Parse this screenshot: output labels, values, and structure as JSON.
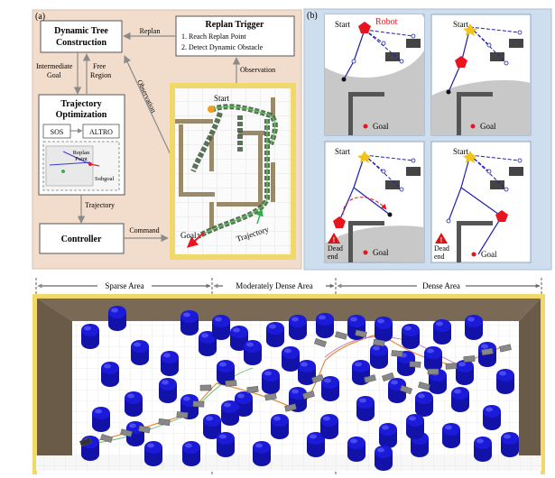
{
  "panel_a": {
    "label": "(a)",
    "boxes": {
      "dynamic_tree": [
        "Dynamic Tree",
        "Construction"
      ],
      "replan_trigger": {
        "title": "Replan Trigger",
        "items": [
          "1. Reach Replan Point",
          "2. Detect Dynamic Obstacle"
        ]
      },
      "trajectory_opt": [
        "Trajectory",
        "Optimization"
      ],
      "sos": "SOS",
      "altro": "ALTRO",
      "replan_point": [
        "Replan",
        "Point"
      ],
      "subgoal": "Subgoal",
      "controller": "Controller"
    },
    "edges": {
      "replan": "Replan",
      "intermediate_goal": [
        "Intermediate",
        "Goal"
      ],
      "free_region": [
        "Free",
        "Region"
      ],
      "observation_diag": "Observation",
      "observation_right": "Observation",
      "trajectory": "Trajectory",
      "command": "Command"
    },
    "map": {
      "start": "Start",
      "goal": "Goal",
      "trajectory": "Trajectory"
    }
  },
  "panel_b": {
    "label": "(b)",
    "tiles": [
      {
        "start": "Start",
        "robot": "Robot",
        "goal": "Goal"
      },
      {
        "start": "Start",
        "goal": "Goal"
      },
      {
        "start": "Start",
        "goal": "Goal",
        "dead_end": [
          "Dead",
          "end"
        ]
      },
      {
        "start": "Start",
        "goal": "Goal",
        "dead_end": [
          "Dead",
          "end"
        ]
      }
    ]
  },
  "panel_c": {
    "areas": [
      {
        "label": "Sparse Area",
        "obstacles": 16
      },
      {
        "label": "Moderately Dense Area",
        "obstacles": 19
      },
      {
        "label": "Dense Area",
        "obstacles": 26
      }
    ]
  },
  "colors": {
    "panel_a_bg": "#f2dccc",
    "panel_b_bg": "#cfdeee",
    "obstacle_blue": "#1a1ad8",
    "wall_yellow": "#f0d86a",
    "robot_red": "#e8141e",
    "tree_blue": "#1f1fb0",
    "path_green": "#3aa84a",
    "path_orange": "#e58a3a",
    "path_pink": "#c87aa8"
  }
}
